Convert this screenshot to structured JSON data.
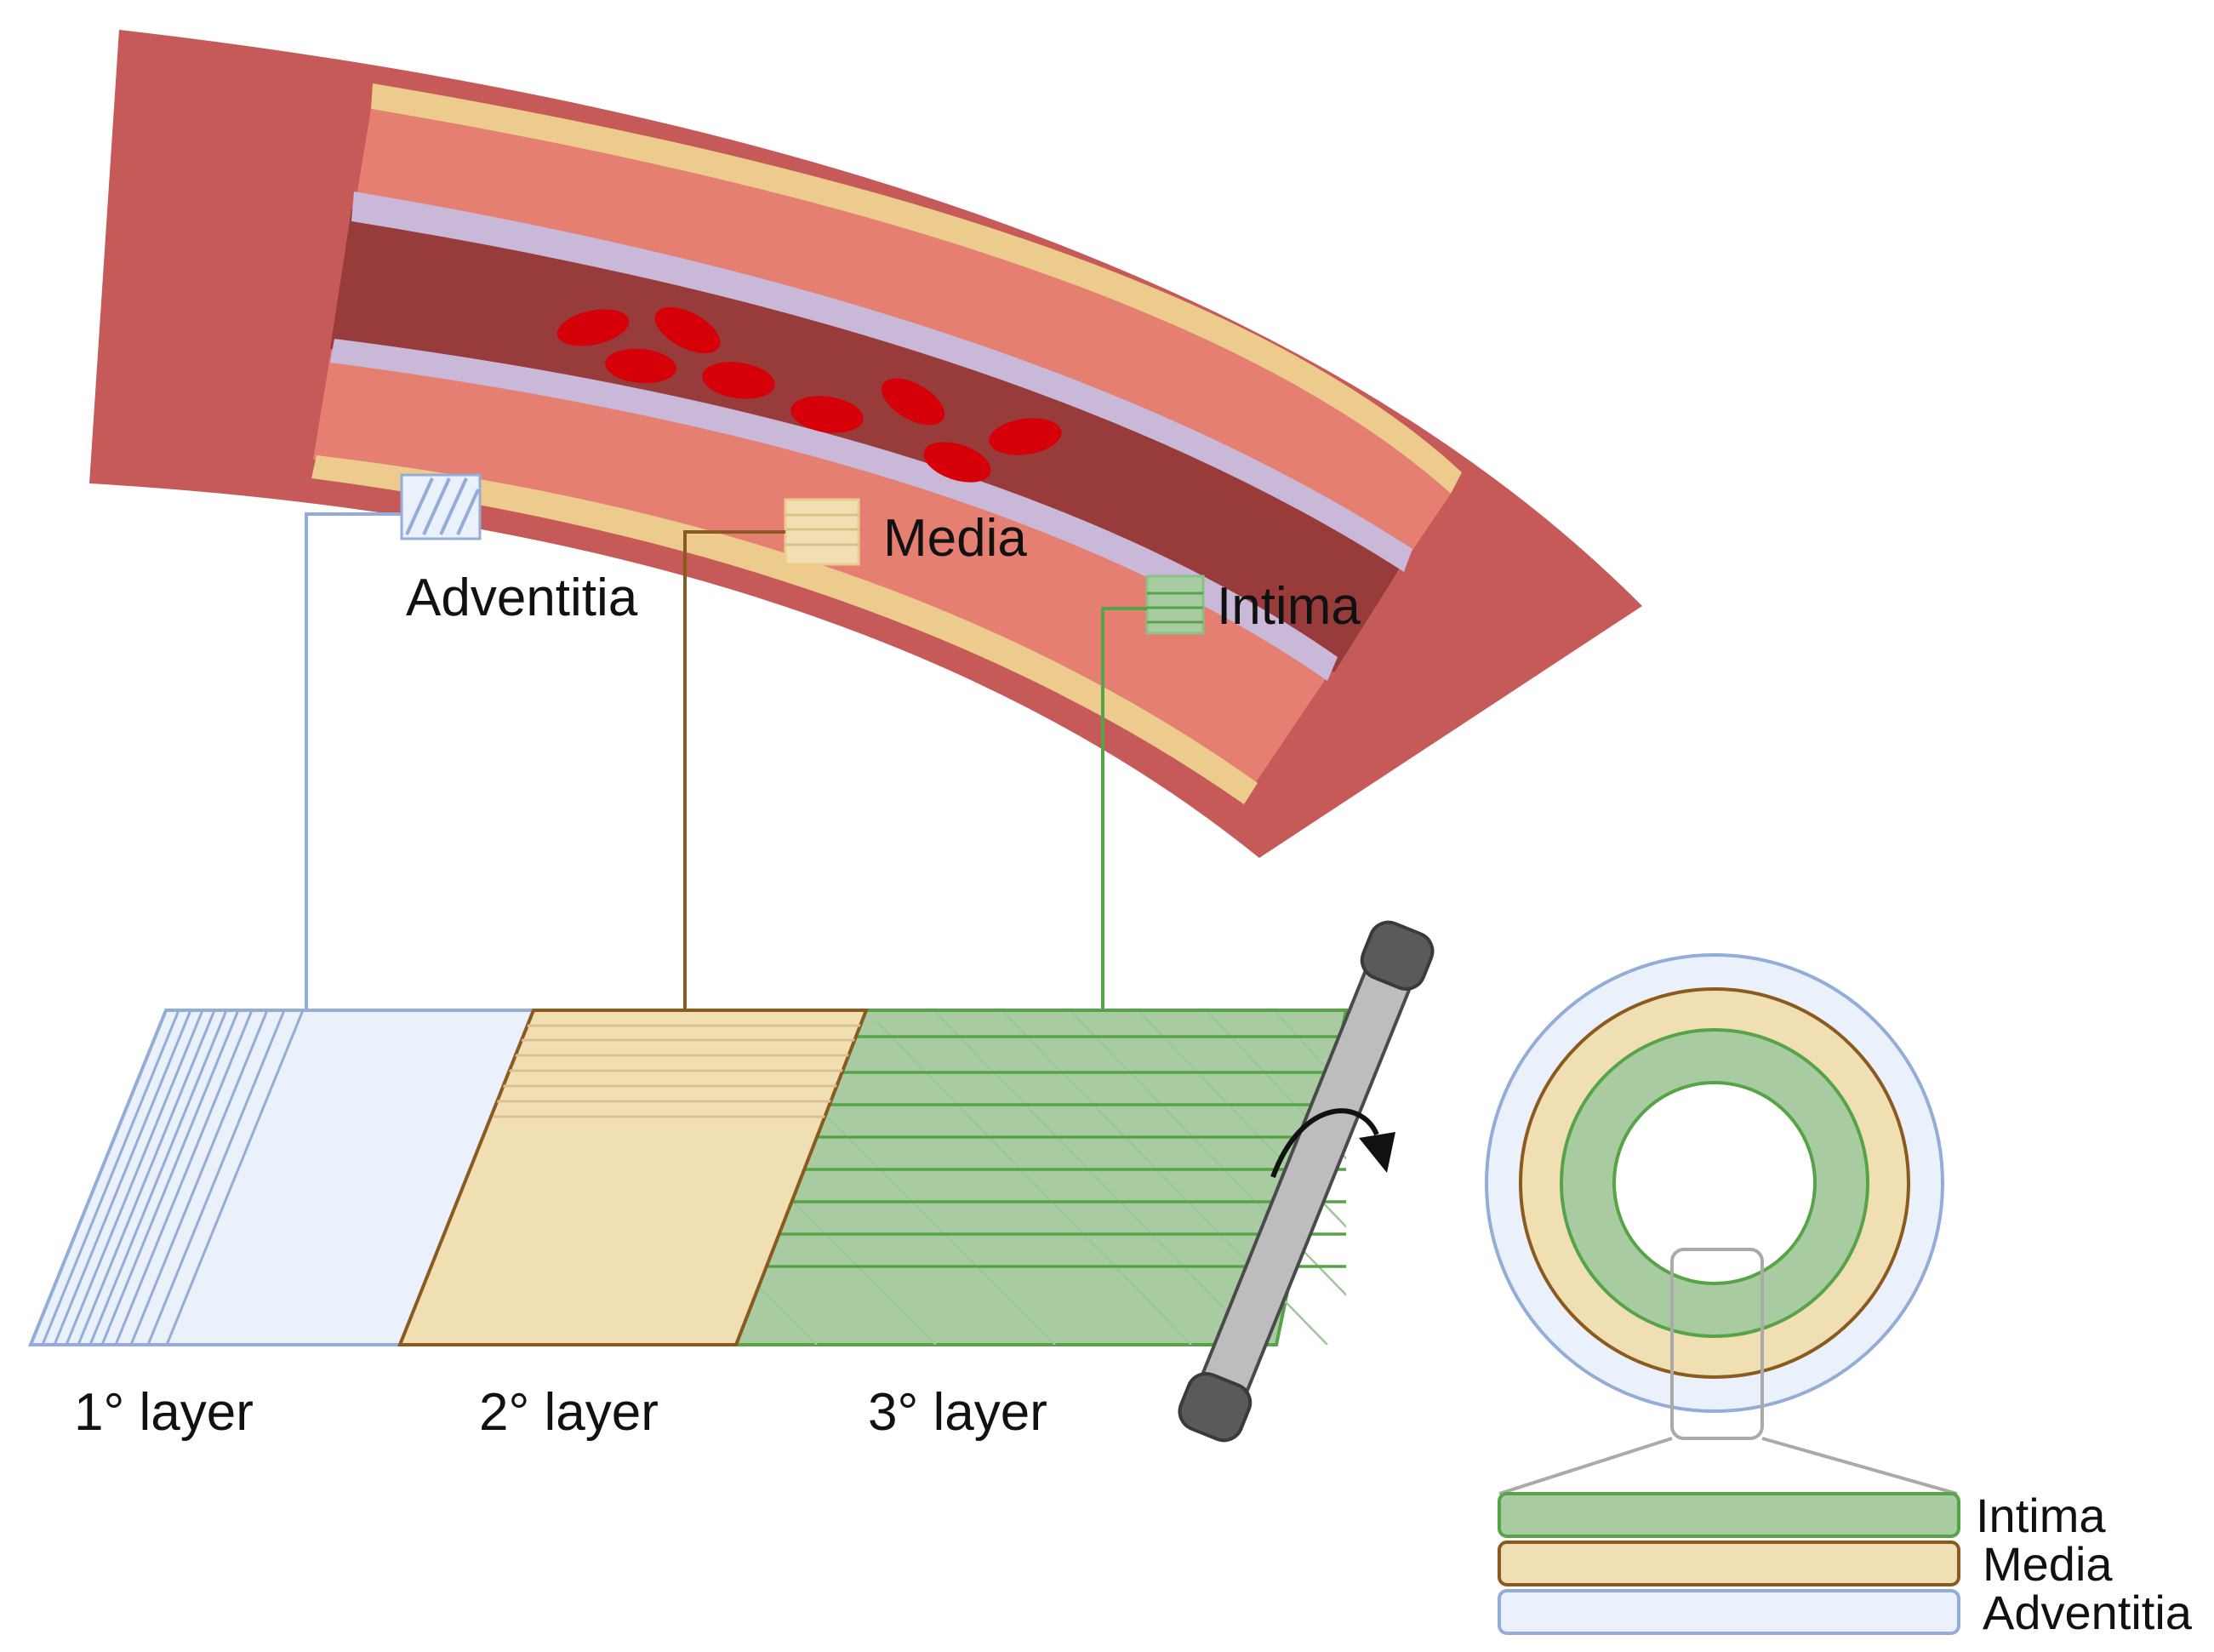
{
  "labels": {
    "adventitia": "Adventitia",
    "media": "Media",
    "intima": "Intima",
    "layer1": "1° layer",
    "layer2": "2° layer",
    "layer3": "3° layer",
    "stack_intima": "Intima",
    "stack_media": "Media",
    "stack_adventitia": "Adventitia"
  },
  "colors": {
    "outer_tissue": "#c65a58",
    "inner_tissue": "#e47f72",
    "yellow_band": "#eccb8c",
    "lavender_band": "#c9b8d8",
    "lumen": "#983b3b",
    "blood_cell": "#d60008",
    "adventitia_fill": "#eaf1fb",
    "adventitia_stroke": "#93acd8",
    "media_fill": "#f0dfb2",
    "media_stroke": "#8b5a1e",
    "intima_fill": "#a8cba2",
    "intima_stroke": "#57a448",
    "rod_body": "#bdbdbd",
    "rod_cap": "#5a5a5a",
    "zoom_stroke": "#aaaaaa"
  }
}
